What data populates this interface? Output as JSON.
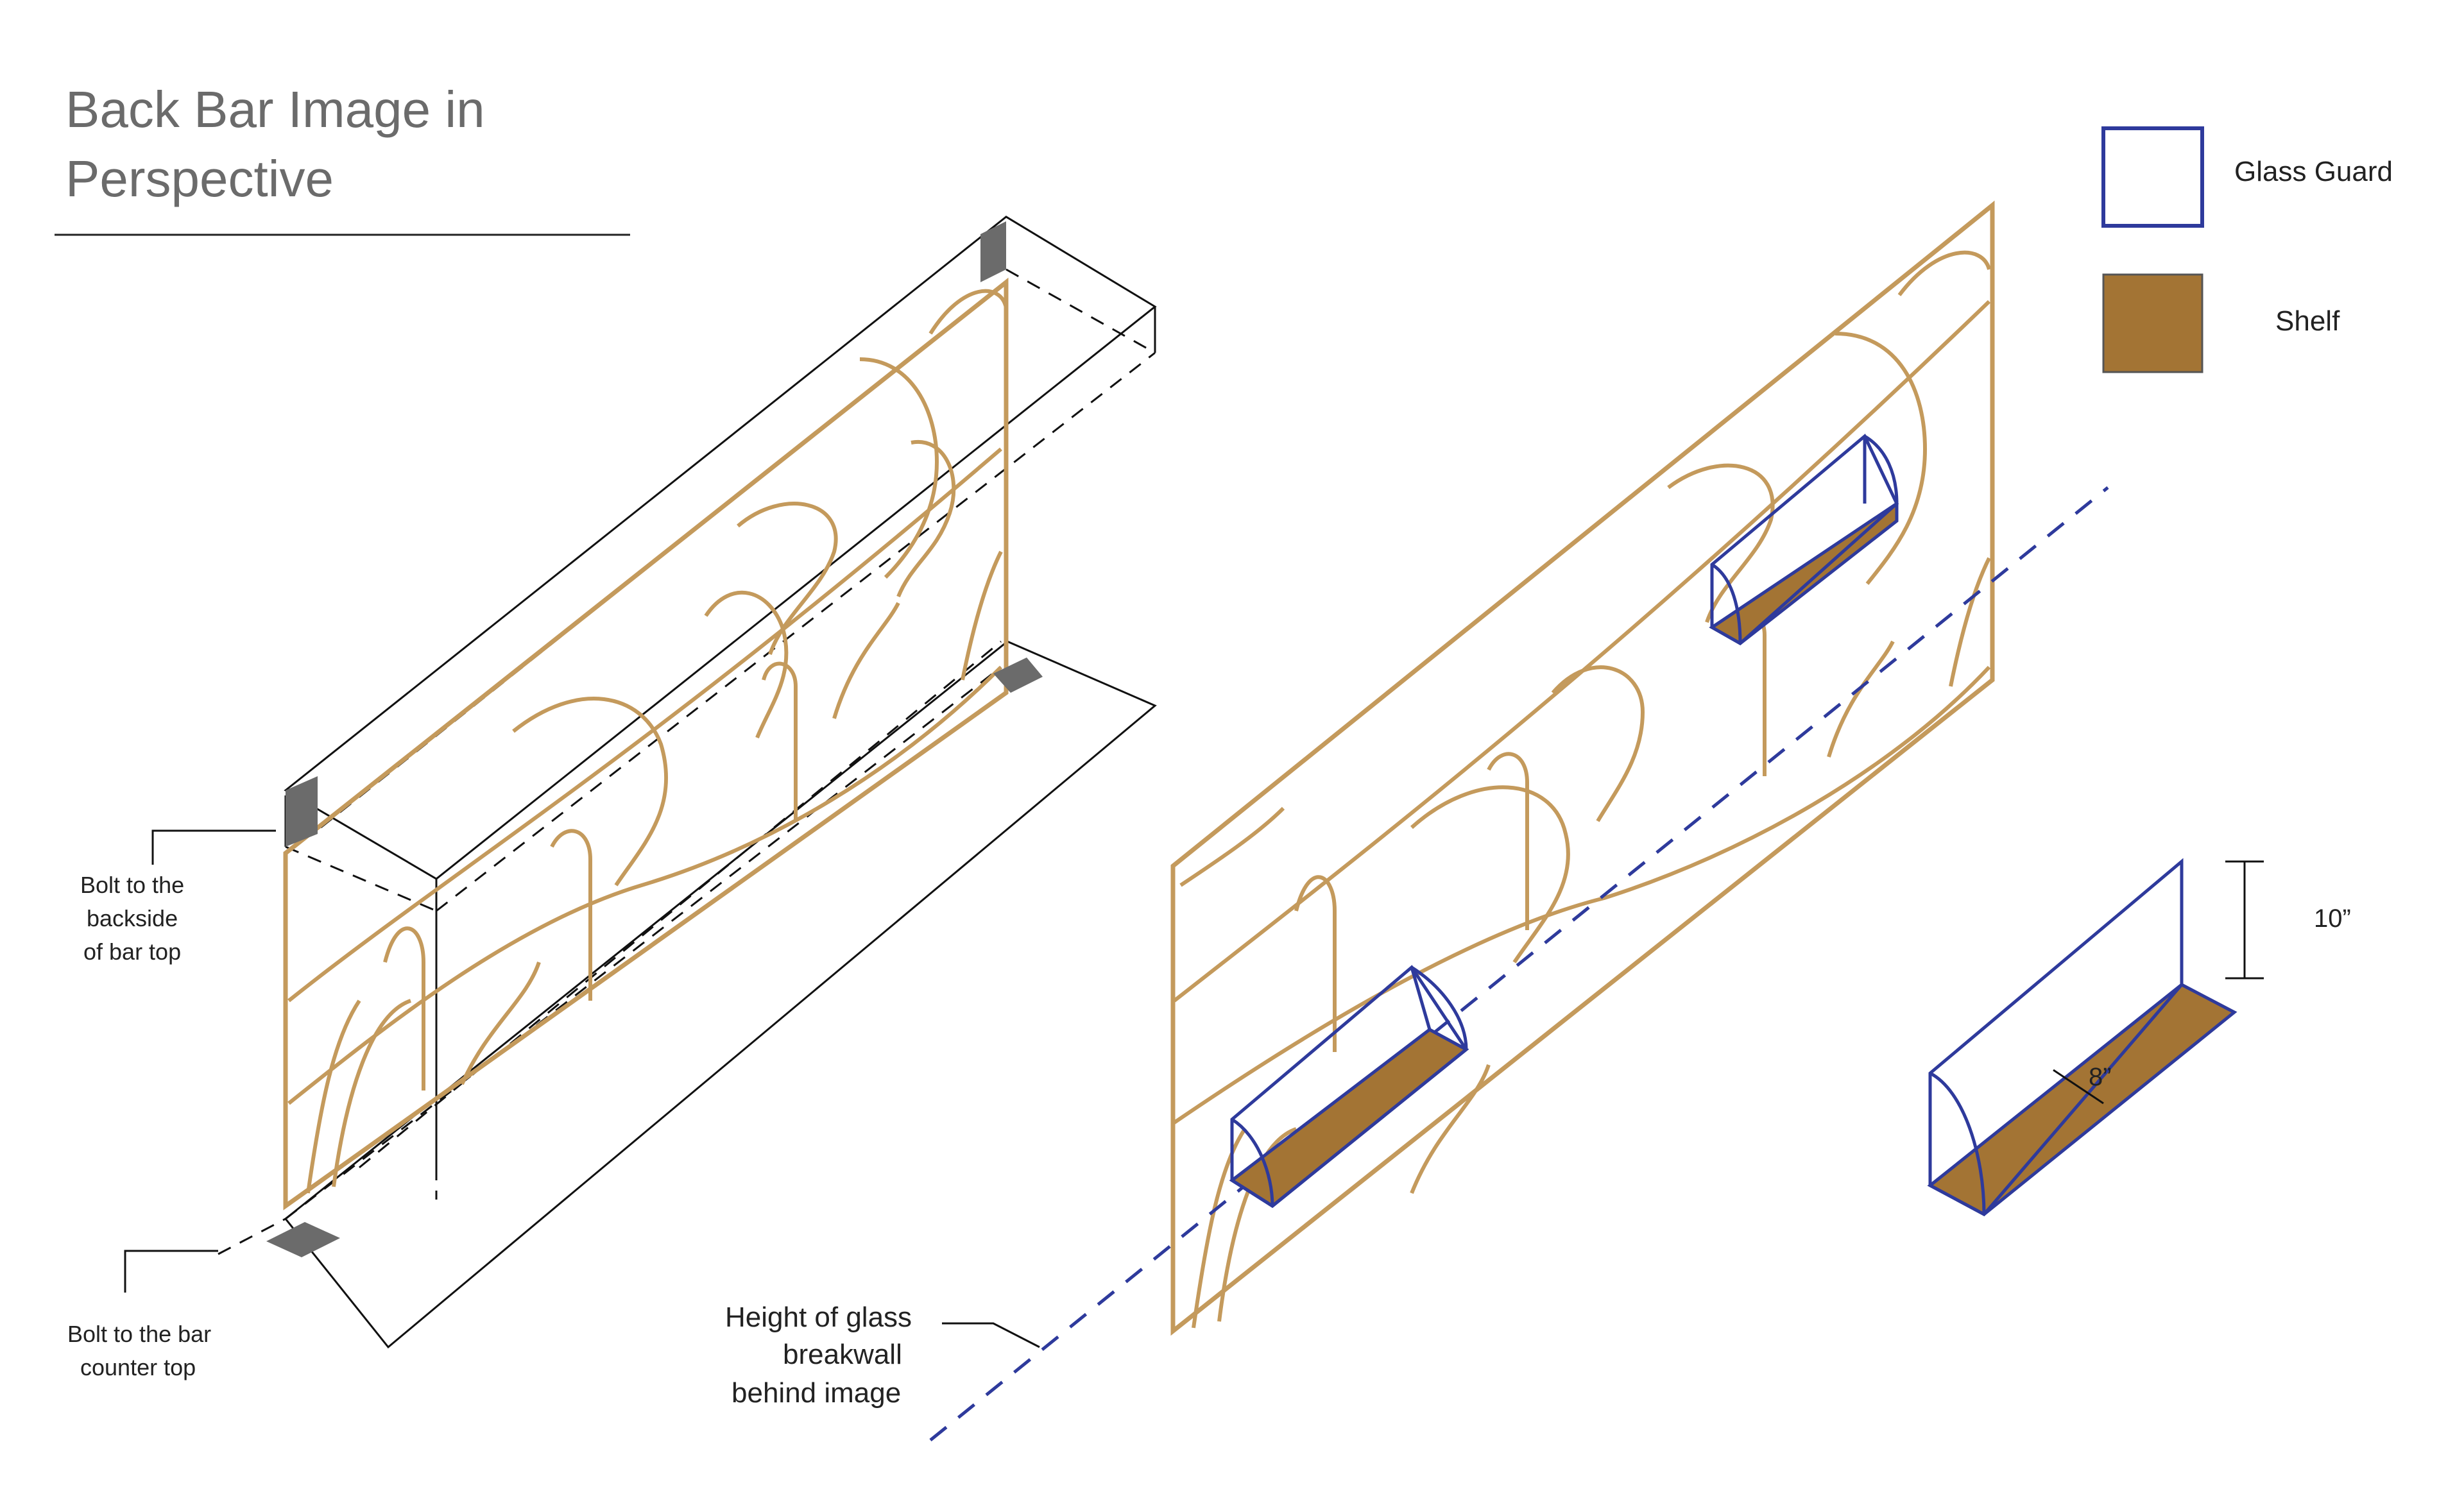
{
  "title": {
    "line1": "Back Bar Image in",
    "line2": "Perspective"
  },
  "legend": {
    "glass_guard": {
      "label": "Glass Guard",
      "color": "#2e3a9c"
    },
    "shelf": {
      "label": "Shelf",
      "color": "#a37434"
    }
  },
  "callouts": {
    "bolt_top": [
      "Bolt to the",
      "backside",
      "of bar top"
    ],
    "bolt_counter": [
      "Bolt to the bar",
      "counter top"
    ],
    "glass_height": [
      "Height of glass",
      "breakwall",
      "behind image"
    ]
  },
  "dimensions": {
    "height": "10”",
    "depth": "8”"
  },
  "colors": {
    "artwork": "#c49a5c",
    "bracket": "#6b6b6b",
    "outline": "#111111",
    "dashed_line": "#2e3a9c"
  }
}
